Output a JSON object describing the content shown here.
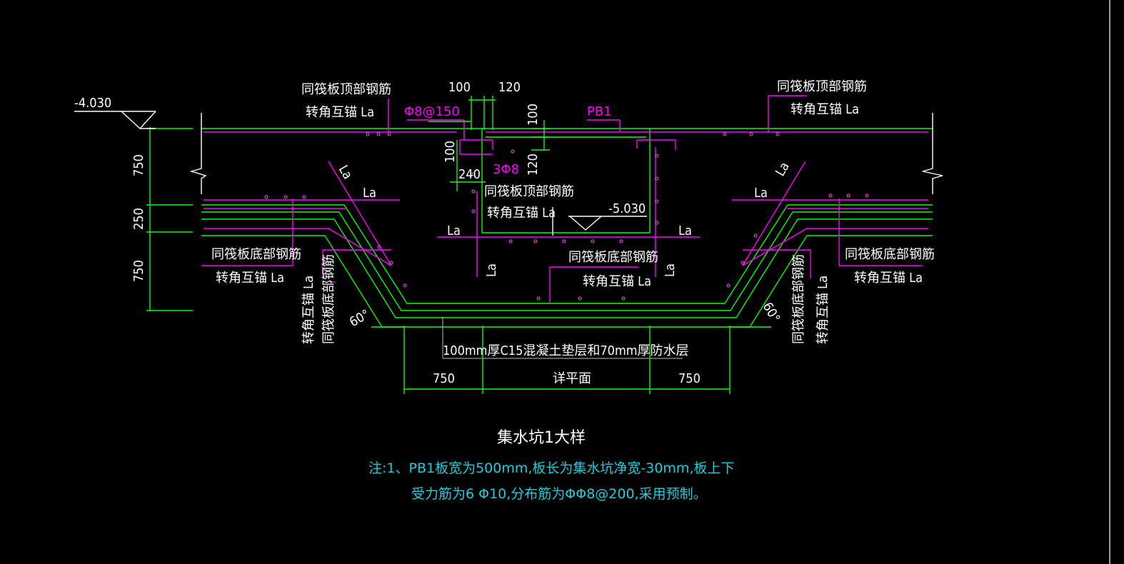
{
  "drawing": {
    "title": "集水坑1大样",
    "notes": {
      "line1": "注:1、PB1板宽为500mm,板长为集水坑净宽-30mm,板上下",
      "line2": "受力筋为6 Φ10,分布筋为ΦΦ8@200,采用预制。"
    },
    "elevations": {
      "top": "-4.030",
      "pit": "-5.030"
    },
    "dims": {
      "left_750_top": "750",
      "left_250": "250",
      "left_750_bottom": "750",
      "d100_top": "100",
      "d120_top": "120",
      "d100_right": "100",
      "d120_right": "120",
      "d100_left": "100",
      "d240": "240",
      "bottom_750_left": "750",
      "bottom_750_right": "750",
      "bottom_plan": "详平面"
    },
    "rebar": {
      "phi8_150": "Φ8@150",
      "three_phi8": "3Φ8",
      "pb1": "PB1"
    },
    "labels": {
      "top_rebar": "同筏板顶部钢筋",
      "bottom_rebar": "同筏板底部钢筋",
      "anchor": "转角互锚 La",
      "la": "La",
      "angle": "60°",
      "cushion": "100mm厚C15混凝土垫层和70mm厚防水层"
    },
    "colors": {
      "background": "#000000",
      "concrete": "#00ff00",
      "rebar": "#ff00ff",
      "text": "#ffffff",
      "notes": "#22ccdd"
    }
  }
}
